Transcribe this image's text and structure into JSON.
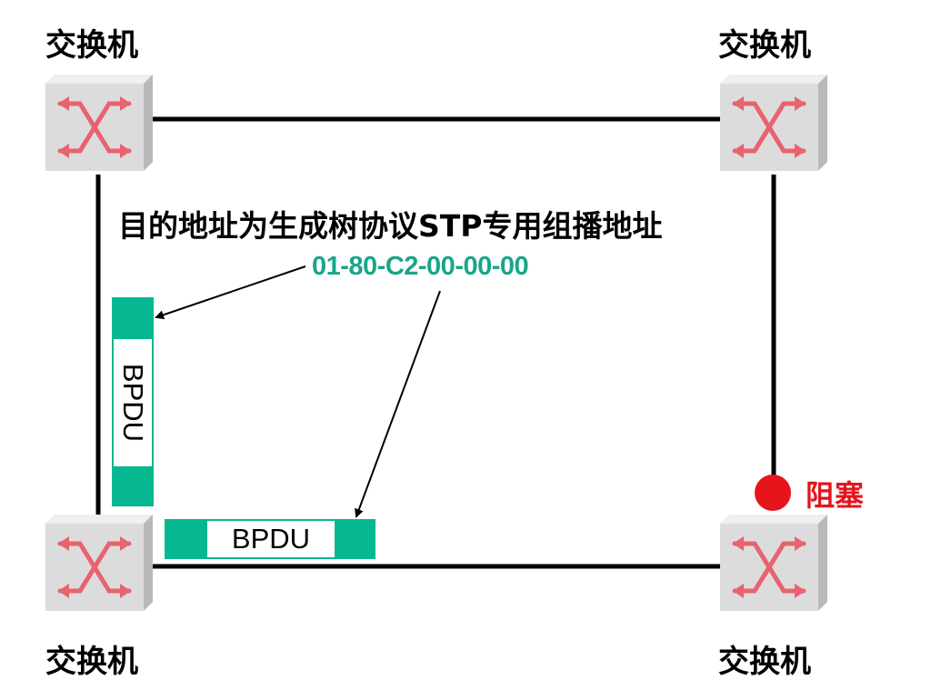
{
  "switch_label": "交换机",
  "switches": [
    {
      "id": "top-left",
      "label": "交换机"
    },
    {
      "id": "top-right",
      "label": "交换机"
    },
    {
      "id": "bottom-left",
      "label": "交换机"
    },
    {
      "id": "bottom-right",
      "label": "交换机"
    }
  ],
  "caption": "目的地址为生成树协议STP专用组播地址",
  "multicast_address": "01-80-C2-00-00-00",
  "bpdu_label": "BPDU",
  "blocked_label": "阻塞",
  "colors": {
    "frame_fill": "#06b88f",
    "address_text": "#1aa58a",
    "blocked": "#e8141b",
    "switch_face": "#dcdcdc",
    "switch_arrow": "#e8636e",
    "link": "#000000"
  }
}
